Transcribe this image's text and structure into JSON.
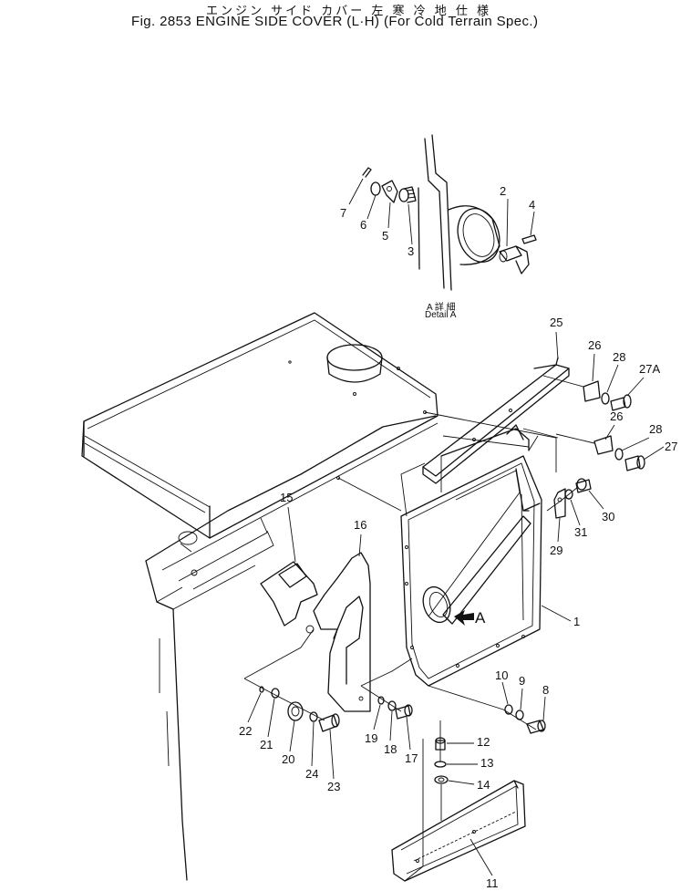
{
  "title": {
    "japanese": "エンジン サイド カバー  左 寒 冷 地 仕 様",
    "english": "Fig. 2853  ENGINE  SIDE  COVER  (L·H)  (For  Cold  Terrain  Spec.)"
  },
  "detail": {
    "japanese": "A 詳 細",
    "english": "Detail A",
    "arrow_label": "A"
  },
  "callouts": [
    "1",
    "2",
    "3",
    "4",
    "5",
    "6",
    "7",
    "8",
    "9",
    "10",
    "11",
    "12",
    "13",
    "14",
    "15",
    "16",
    "17",
    "18",
    "19",
    "20",
    "21",
    "22",
    "23",
    "24",
    "25",
    "26",
    "26",
    "27",
    "27A",
    "28",
    "28",
    "29",
    "30",
    "31"
  ],
  "colors": {
    "ink": "#111111",
    "paper": "#ffffff"
  }
}
